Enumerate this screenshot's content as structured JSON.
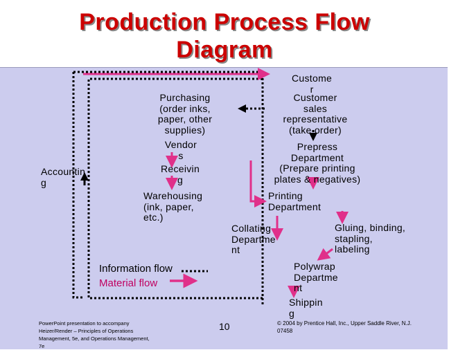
{
  "slide": {
    "title_line1": "Production Process Flow",
    "title_line2": "Diagram"
  },
  "nodes": {
    "customer": "Custome\nr",
    "customer_sales_rep": "Customer\nsales\nrepresentative\n(take order)",
    "purchasing": "Purchasing\n(order inks,\npaper, other\nsupplies)",
    "vendors": "Vendor\ns",
    "receiving": "Receivin\ng",
    "warehousing": "Warehousing\n(ink, paper,\netc.)",
    "accounting": "Accountin\ng",
    "prepress": "Prepress\nDepartment\n(Prepare printing\nplates & negatives)",
    "printing": "Printing\nDepartment",
    "collating": "Collating\nDepartme\nnt",
    "gluing": "Gluing, binding,\nstapling,\nlabeling",
    "polywrap": "Polywrap\nDepartme\nnt",
    "shipping": "Shippin\ng"
  },
  "legend": {
    "information_flow": "Information flow",
    "material_flow": "Material flow"
  },
  "footer": {
    "left_credit": "PowerPoint presentation to accompany\nHeizer/Render – Principles of Operations\nManagement, 5e, and Operations Management,\n7e",
    "page_number": "10",
    "copyright": "© 2004 by Prentice Hall, Inc., Upper Saddle River, N.J.\n07458"
  },
  "colors": {
    "title": "#cc0000",
    "background": "#ccccee",
    "information_flow": "#000000",
    "material_flow": "#e0308a",
    "legend_material_text": "#c00060"
  }
}
